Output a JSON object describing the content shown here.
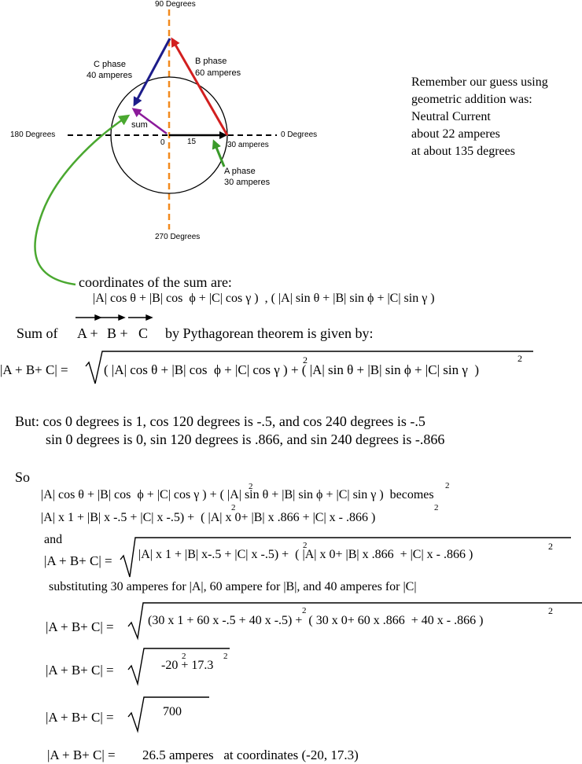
{
  "diagram": {
    "labels": {
      "deg90": "90 Degrees",
      "deg180": "180 Degrees",
      "deg0": "0 Degrees",
      "deg270": "270 Degrees",
      "origin": "0",
      "scale": "15",
      "scale_end": "30 amperes",
      "sum": "sum",
      "a_phase": "A phase",
      "a_amps": "30 amperes",
      "b_phase": "B phase",
      "b_amps": "60 amperes",
      "c_phase": "C phase",
      "c_amps": "40 amperes"
    },
    "colors": {
      "a_phase": "#3a9a2a",
      "b_phase": "#d21f1f",
      "c_phase": "#1c1c8a",
      "sum": "#8b1a9a",
      "axis_vertical": "#f28a1e",
      "pointer": "#4aa830"
    }
  },
  "note": {
    "line1": "Remember our guess using",
    "line2": "geometric addition was:",
    "line3": "Neutral Current",
    "line4": "about 22 amperes",
    "line5": "at about 135 degrees"
  },
  "math": {
    "coords_title": "coordinates of the sum are:",
    "coords_expr": "|A| cos θ + |B| cos  ϕ + |C| cos γ )  , ( |A| sin θ + |B| sin ϕ + |C| sin γ )",
    "sum_of": "Sum of",
    "vec_a": "A +",
    "vec_b": "B +",
    "vec_c": "C",
    "pythag": "by Pythagorean theorem is given by:",
    "lhs": "|A + B+ C| =",
    "eq1_inner": "( |A| cos θ + |B| cos  ϕ + |C| cos γ ) + ( |A| sin θ + |B| sin ϕ + |C| sin γ  )",
    "but1": "But: cos 0 degrees is 1, cos 120 degrees is -.5, and cos 240 degrees is -.5",
    "but2": "sin 0 degrees is 0, sin 120 degrees is .866, and sin 240 degrees is -.866",
    "so": "So",
    "so_expr": "|A| cos θ + |B| cos  ϕ + |C| cos γ ) + ( |A| sin θ + |B| sin ϕ + |C| sin γ )  becomes",
    "becomes_expr": "|A| x 1 + |B| x -.5 + |C| x -.5) +  ( |A| x 0+ |B| x .866 + |C| x - .866 )",
    "and": "and",
    "eq2_inner": "|A| x 1 + |B| x-.5 + |C| x -.5) +  ( |A| x 0+ |B| x .866  + |C| x - .866 )",
    "substituting": "substituting 30 amperes for |A|, 60 ampere for |B|, and 40 amperes for |C|",
    "eq3_inner": "(30 x 1 + 60 x -.5 + 40 x -.5) +  ( 30 x 0+ 60 x .866  + 40 x - .866 )",
    "eq4_inner": "-20 + 17.3",
    "eq5_inner": "700",
    "result": "26.5 amperes   at coordinates (-20, 17.3)",
    "exp2": "2"
  }
}
